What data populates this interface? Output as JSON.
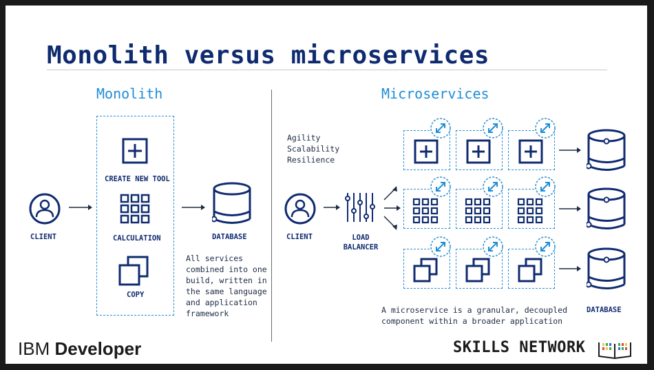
{
  "title": "Monolith versus microservices",
  "monolith": {
    "heading": "Monolith",
    "client_label": "CLIENT",
    "services": [
      "CREATE NEW TOOL",
      "CALCULATION",
      "COPY"
    ],
    "database_label": "DATABASE",
    "description": "All services combined into one build, written in the same language and application framework"
  },
  "microservices": {
    "heading": "Microservices",
    "benefits": [
      "Agility",
      "Scalability",
      "Resilience"
    ],
    "client_label": "CLIENT",
    "load_balancer_label": "LOAD BALANCER",
    "database_label": "DATABASE",
    "description": "A microservice is a granular, decoupled component within a broader application",
    "rows": [
      {
        "service": "create-new-tool",
        "instances": 3
      },
      {
        "service": "calculation",
        "instances": 3
      },
      {
        "service": "copy",
        "instances": 3
      }
    ]
  },
  "branding": {
    "left_prefix": "IBM",
    "left_suffix": "Developer",
    "right": "SKILLS NETWORK"
  },
  "colors": {
    "navy": "#0f2b6f",
    "accent_blue": "#1f8dd6",
    "dashed_border": "#2a8fd3"
  }
}
